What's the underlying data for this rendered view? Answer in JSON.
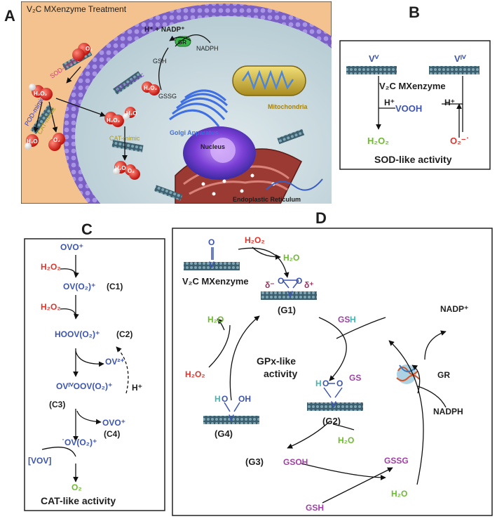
{
  "colors": {
    "h2o2": "#e0342c",
    "h2o": "#6dbb2e",
    "vanadium_species": "#3d55b0",
    "glutathione": "#a23fa8",
    "panel_a_background": "#f3c28e",
    "membrane": "#8a6fd0"
  },
  "panel_a": {
    "letter": "A",
    "title": "V₂C MXenzyme Treatment",
    "labels": {
      "h_nadp": "H⁺ + NADP⁺",
      "gr": "GR",
      "nadph": "NADPH",
      "gsh": "GSH",
      "gssg": "GSSG",
      "sod_mimic": "SOD-mimic",
      "gpx_mimic": "GPx-mimic",
      "pod_mimic": "POD-mimic",
      "cat_mimic_left": "CAT-mimic",
      "cat_mimic_center": "CAT-mimic",
      "golgi": "Golgi Apparatus",
      "mitochondria": "Mitochondria",
      "nucleus": "Nucleus",
      "er": "Endoplastic Reticulum",
      "o2": "O₂",
      "h2o2": "H₂O₂",
      "h2o": "H₂O"
    }
  },
  "panel_b": {
    "letter": "B",
    "v5": "Vⱽ",
    "v4": "Vᴵⱽ",
    "mxenzyme": "V₂C MXenzyme",
    "h_left": "H⁺",
    "vooh": "VOOH",
    "h_right": "H⁺",
    "h2o2": "H₂O₂",
    "superoxide": "O₂⁻˙",
    "caption": "SOD-like activity"
  },
  "panel_c": {
    "letter": "C",
    "ovo_top": "OVO⁺",
    "h2o2_1": "H₂O₂",
    "ov_o2": "OV(O₂)⁺",
    "c1": "(C1)",
    "h2o2_2": "H₂O₂",
    "hoov": "HOOV(O₂)⁺",
    "c2": "(C2)",
    "ov2": "OV²⁺",
    "oviv": "OVᴵⱽOOV(O₂)⁺",
    "h_plus": "H⁺",
    "c3": "(C3)",
    "ovo_mid": "OVO⁺",
    "ov_radical": "˙OV(O₂)⁺",
    "c4": "(C4)",
    "vov": "[VOV]",
    "o2": "O₂",
    "caption": "CAT-like activity"
  },
  "panel_d": {
    "letter": "D",
    "mxenzyme": "V₂C MXenzyme",
    "h2o2_top": "H₂O₂",
    "h2o_top": "H₂O",
    "o_top": "O",
    "v_top": "V",
    "delta_minus": "δ⁻",
    "delta_plus": "δ⁺",
    "o_left": "O",
    "o_right": "O",
    "v_g1": "V",
    "g1": "(G1)",
    "h2o_left": "H₂O",
    "gsh_top_gs": "GS",
    "gsh_top_h": "H",
    "nadp": "NADP⁺",
    "gr": "GR",
    "nadph": "NADPH",
    "gpx_line1": "GPx-like",
    "gpx_line2": "activity",
    "h2o2_left": "H₂O₂",
    "g4_h": "H",
    "g4_o1": "O",
    "g4_oh": "OH",
    "g4_v": "V",
    "g4": "(G4)",
    "g2_h": "H",
    "g2_o1": "O",
    "g2_o2": "O",
    "g2_gs": "GS",
    "g2_v": "V",
    "g2": "(G2)",
    "h2o_g2": "H₂O",
    "g3": "(G3)",
    "gsoh": "GSOH",
    "gssg": "GSSG",
    "gsh_bottom": "GSH",
    "h2o_bottom": "H₂O"
  }
}
